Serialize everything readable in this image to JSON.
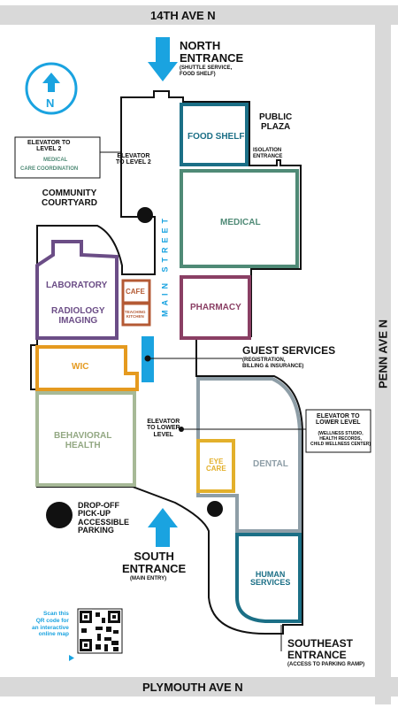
{
  "streets": {
    "north": "14TH AVE N",
    "south": "PLYMOUTH AVE N",
    "east": "PENN AVE N"
  },
  "compass": {
    "label": "N"
  },
  "entrances": {
    "north": {
      "title": "NORTH\nENTRANCE",
      "sub": "(SHUTTLE SERVICE,\nFOOD SHELF)"
    },
    "south": {
      "title": "SOUTH\nENTRANCE",
      "sub": "(MAIN ENTRY)"
    },
    "southeast": {
      "title": "SOUTHEAST\nENTRANCE",
      "sub": "(ACCESS TO PARKING RAMP)"
    },
    "isolation": "ISOLATION\nENTRANCE"
  },
  "areas": {
    "public_plaza": "PUBLIC\nPLAZA",
    "community_courtyard": "COMMUNITY\nCOURTYARD",
    "main_street": "MAIN STREET"
  },
  "rooms": {
    "food_shelf": "FOOD SHELF",
    "medical": "MEDICAL",
    "pharmacy": "PHARMACY",
    "laboratory": "LABORATORY",
    "radiology": "RADIOLOGY\nIMAGING",
    "cafe": "CAFE",
    "teaching_kitchen": "TEACHING\nKITCHEN",
    "wic": "WIC",
    "behavioral_health": "BEHAVIORAL\nHEALTH",
    "eye_care": "EYE\nCARE",
    "dental": "DENTAL",
    "human_services": "HUMAN\nSERVICES"
  },
  "callouts": {
    "elevator_l2_box": {
      "title": "ELEVATOR TO\nLEVEL 2",
      "line1": "MEDICAL",
      "line2": "CARE COORDINATION"
    },
    "elevator_l2_inside": "ELEVATOR\nTO LEVEL 2",
    "guest_services": {
      "title": "GUEST SERVICES",
      "sub": "(REGISTRATION,\nBILLING & INSURANCE)"
    },
    "elevator_lower_inside": "ELEVATOR\nTO LOWER\nLEVEL",
    "elevator_lower_box": {
      "title": "ELEVATOR TO\nLOWER LEVEL",
      "sub": "(WELLNESS STUDIO,\nHEALTH RECORDS,\nCHILD WELLNESS CENTER)"
    },
    "accessible": "DROP-OFF\nPICK-UP\nACCESSIBLE\nPARKING"
  },
  "qr": {
    "text": "Scan this\nQR code for\nan interactive\nonline map"
  },
  "colors": {
    "road": "#d9d9d9",
    "accent_blue": "#1aa3e0",
    "food_shelf": "#1b6f86",
    "medical": "#4f8a76",
    "pharmacy": "#8a3f64",
    "laboratory": "#6b4d86",
    "cafe": "#b45a34",
    "wic": "#e59a1f",
    "behavioral_health": "#a7b997",
    "eye_care": "#e3b02b",
    "dental": "#8e9ea7",
    "human_services": "#1b6f86"
  }
}
